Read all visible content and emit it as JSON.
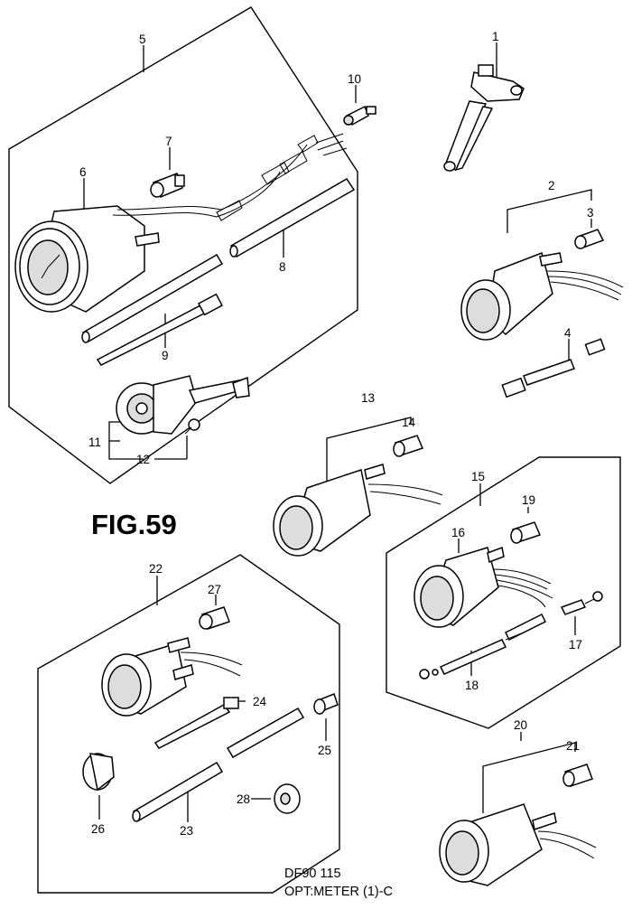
{
  "figure": {
    "title": "FIG.59"
  },
  "footer": {
    "model": "DF90 115",
    "section": "OPT:METER (1)-C"
  },
  "callouts": {
    "c1": "1",
    "c2": "2",
    "c3": "3",
    "c4": "4",
    "c5": "5",
    "c6": "6",
    "c7": "7",
    "c8": "8",
    "c9": "9",
    "c10": "10",
    "c11": "11",
    "c12": "12",
    "c13": "13",
    "c14": "14",
    "c15": "15",
    "c16": "16",
    "c17": "17",
    "c18": "18",
    "c19": "19",
    "c20": "20",
    "c21": "21",
    "c22": "22",
    "c23": "23",
    "c24": "24",
    "c25": "25",
    "c26": "26",
    "c27": "27",
    "c28": "28"
  }
}
